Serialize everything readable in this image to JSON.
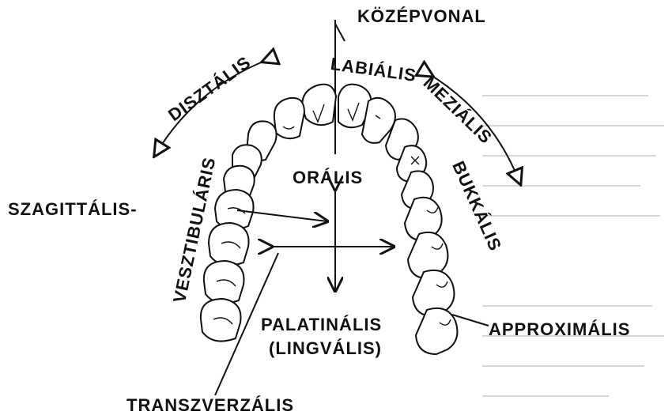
{
  "labels": {
    "midline": "KÖZÉPVONAL",
    "labial": "LABIÁLIS",
    "mesial": "MEZIÁLIS",
    "distal": "DISZTÁLIS",
    "vestibular": "VESZTIBULÁRIS",
    "oral": "ORÁLIS",
    "buccal": "BUKKÁLIS",
    "sagittal": "SZAGITTÁLIS-",
    "palatal": "PALATINÁLIS",
    "lingual": "(LINGVÁLIS)",
    "approximal": "APPROXIMÁLIS",
    "transverse": "TRANSZVERZÁLIS"
  },
  "colors": {
    "ink": "#111111",
    "bg_text": "#d0d0d0"
  }
}
